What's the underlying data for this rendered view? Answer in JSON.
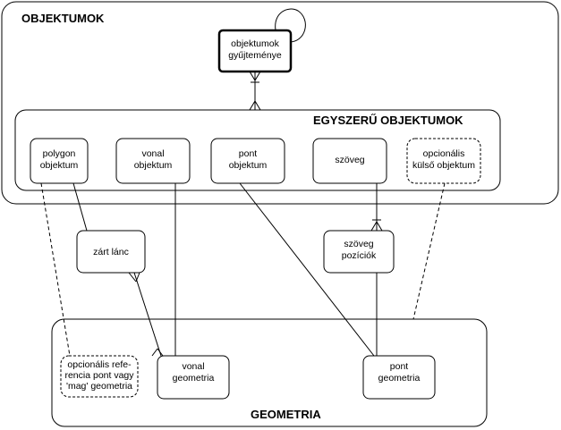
{
  "regions": {
    "objektumok": "OBJEKTUMOK",
    "egyszeru": "EGYSZERŰ OBJEKTUMOK",
    "geometria": "GEOMETRIA"
  },
  "nodes": {
    "gyujtemeny": [
      "objektumok",
      "gyűjteménye"
    ],
    "polygon": [
      "polygon",
      "objektum"
    ],
    "vonal": [
      "vonal",
      "objektum"
    ],
    "pont": [
      "pont",
      "objektum"
    ],
    "szoveg": [
      "szöveg"
    ],
    "opc_kulso": [
      "opcionális",
      "külső objektum"
    ],
    "zart_lanc": [
      "zárt lánc"
    ],
    "szoveg_poz": [
      "szöveg",
      "pozíciók"
    ],
    "opc_ref": [
      "opcionális refe-",
      "rencia pont vagy",
      "'mag' geometria"
    ],
    "vonal_geom": [
      "vonal",
      "geometria"
    ],
    "pont_geom": [
      "pont",
      "geometria"
    ]
  }
}
